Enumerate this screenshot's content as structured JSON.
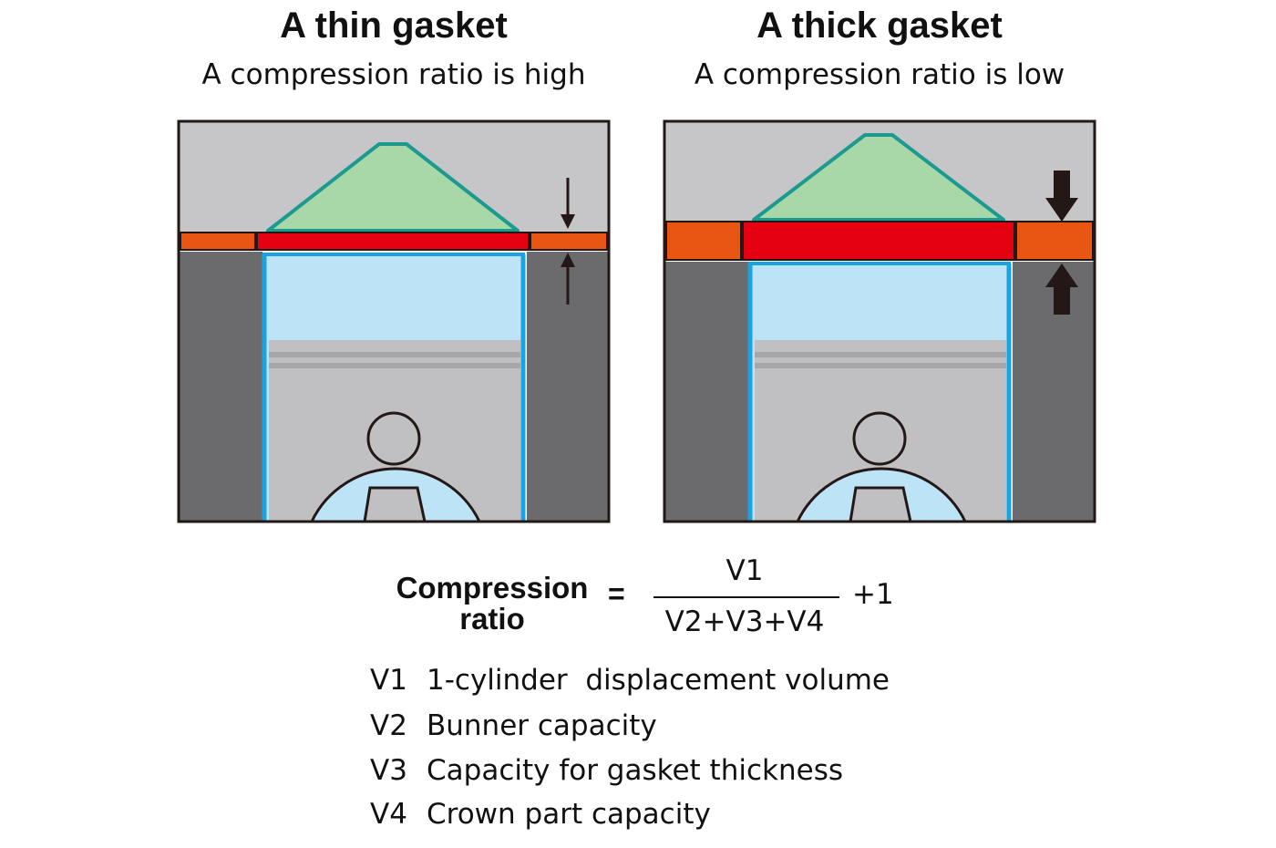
{
  "left_panel": {
    "title": "A thin gasket",
    "subtitle": "A compression ratio is high"
  },
  "right_panel": {
    "title": "A thick gasket",
    "subtitle": "A compression ratio is low"
  },
  "formula": {
    "label_line1": "Compression",
    "label_line2": "ratio",
    "equals": "=",
    "numerator": "V1",
    "denominator": "V2+V3+V4",
    "plus": "+1"
  },
  "legend": [
    {
      "code": "V1",
      "text": "1-cylinder  displacement volume"
    },
    {
      "code": "V2",
      "text": "Bunner capacity"
    },
    {
      "code": "V3",
      "text": "Capacity for gasket thickness"
    },
    {
      "code": "V4",
      "text": "Crown part capacity"
    }
  ],
  "colors": {
    "head": "#c6c6c8",
    "block": "#6b6b6d",
    "gasket": "#e95513",
    "gasket_volume": "#e50012",
    "combustion_chamber": "#a8d7a8",
    "cylinder_volume": "#bde3f7",
    "piston": "#c0c0c2",
    "outline_blue": "#1aa3e3",
    "outline_teal": "#1d9a90",
    "arrow": "#231815"
  }
}
